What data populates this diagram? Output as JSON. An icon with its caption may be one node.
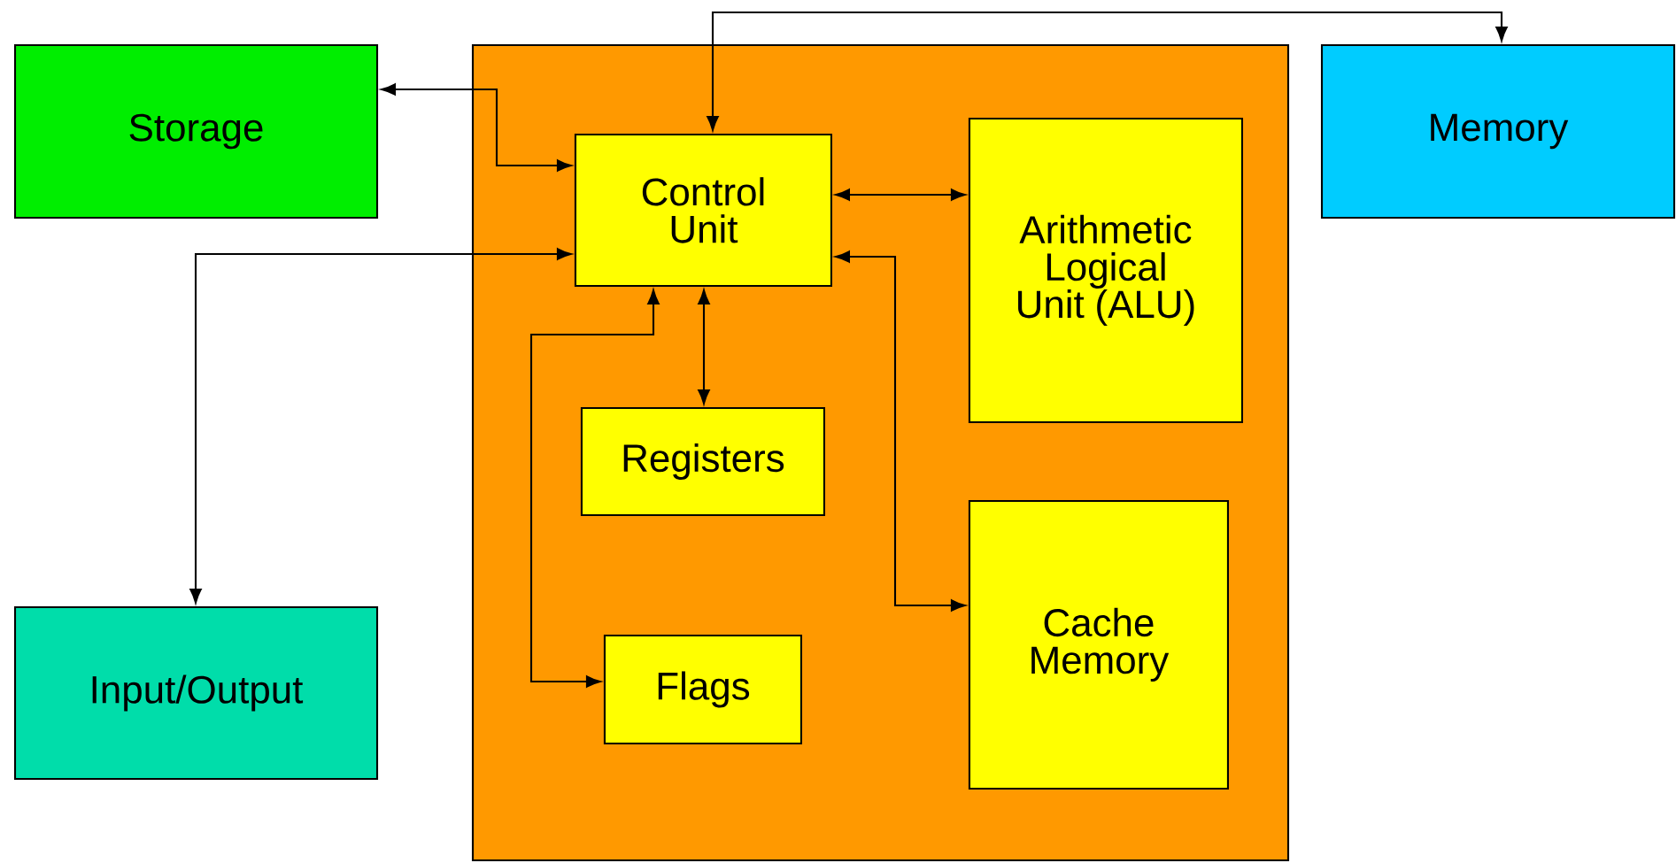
{
  "diagram": {
    "nodes": [
      {
        "text": [
          "Storage"
        ]
      },
      {
        "text": [],
        "shape": "box"
      },
      {
        "text": [
          "Memory"
        ]
      },
      {
        "text": [
          "Control Unit"
        ],
        "in": 1
      },
      {
        "text": [
          "Arithmetic Logical Unit (ALU)"
        ],
        "in": 1
      },
      {
        "text": [
          "Registers"
        ],
        "in": 1
      },
      {
        "text": [
          "Cache Memory"
        ],
        "in": 1
      },
      {
        "text": [
          "Flags"
        ],
        "in": 1
      },
      {
        "text": [
          "Input/Output"
        ]
      }
    ],
    "edges": [
      {
        "from": 3,
        "to": 0,
        "arrow": "both"
      },
      {
        "from": 3,
        "to": 2,
        "arrow": "both"
      },
      {
        "from": 3,
        "to": 8,
        "arrow": "both"
      },
      {
        "from": 3,
        "to": 4,
        "arrow": "both"
      },
      {
        "from": 3,
        "to": 5,
        "arrow": "both"
      },
      {
        "from": 3,
        "to": 7,
        "arrow": "both"
      },
      {
        "from": 3,
        "to": 6,
        "arrow": "both"
      }
    ]
  }
}
